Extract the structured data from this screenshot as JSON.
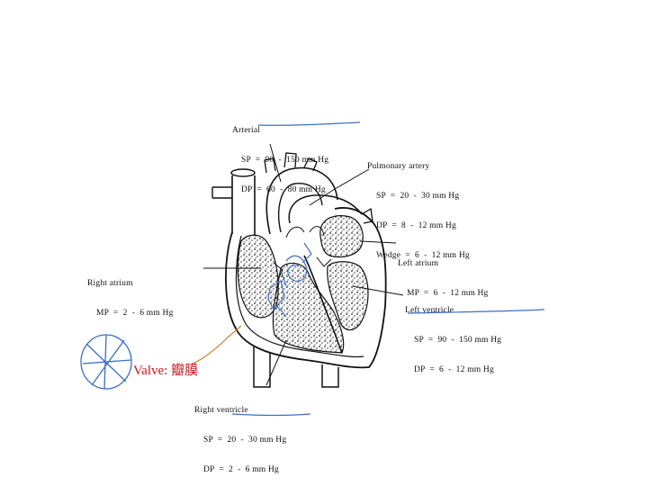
{
  "labels": {
    "arterial": {
      "title": "Arterial",
      "values": [
        "SP  =  90  -  150 mm Hg",
        "DP  =  60  -  80 mm Hg"
      ]
    },
    "pulmonary_artery": {
      "title": "Pulmonary artery",
      "values": [
        "SP  =  20  -  30 mm Hg",
        "DP  =  8  -  12 mm Hg",
        "Wedge  =  6  -  12 mm Hg"
      ]
    },
    "left_atrium": {
      "title": "Left atrium",
      "values": [
        "MP  =  6  -  12 mm Hg"
      ]
    },
    "left_ventricle": {
      "title": "Left ventricle",
      "values": [
        "SP  =  90  -  150 mm Hg",
        "DP  =  6  -  12 mm Hg"
      ]
    },
    "right_atrium": {
      "title": "Right atrium",
      "values": [
        "MP  =  2  -  6 mm Hg"
      ]
    },
    "right_ventricle": {
      "title": "Right ventricle",
      "values": [
        "SP  =  20  -  30 mm Hg",
        "DP  =  2  -  6 mm Hg"
      ]
    }
  },
  "annotation": {
    "text": "Valve: 瓣膜",
    "color": "#c8141e"
  },
  "colors": {
    "ink": "#111111",
    "pen_blue": "#3b6fc4",
    "pointer_orange": "#d0802a"
  }
}
